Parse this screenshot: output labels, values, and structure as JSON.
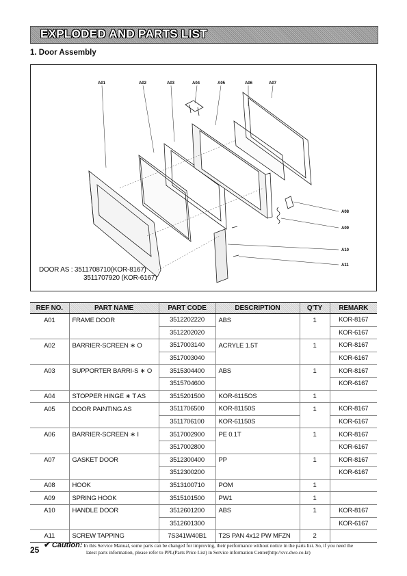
{
  "banner_title": "EXPLODED AND PARTS LIST",
  "section_title": "1. Door Assembly",
  "diagram": {
    "callouts_top": [
      "A01",
      "A02",
      "A03",
      "A04",
      "A05",
      "A06",
      "A07"
    ],
    "callouts_right": [
      "A08",
      "A09",
      "A10",
      "A11"
    ],
    "door_as_line1": "DOOR AS : 3511708710(KOR-8167)",
    "door_as_line2": "3511707920 (KOR-6167)"
  },
  "table": {
    "headers": [
      "REF NO.",
      "PART NAME",
      "PART CODE",
      "DESCRIPTION",
      "Q'TY",
      "REMARK"
    ],
    "rows": [
      {
        "ref": "A01",
        "name": "FRAME DOOR",
        "code": "3512202220",
        "desc": "ABS",
        "qty": "1",
        "remark": "KOR-8167"
      },
      {
        "ref": "",
        "name": "",
        "code": "3512202020",
        "desc": "",
        "qty": "",
        "remark": "KOR-6167"
      },
      {
        "ref": "A02",
        "name": "BARRIER-SCREEN ∗ O",
        "code": "3517003140",
        "desc": "ACRYLE 1.5T",
        "qty": "1",
        "remark": "KOR-8167"
      },
      {
        "ref": "",
        "name": "",
        "code": "3517003040",
        "desc": "",
        "qty": "",
        "remark": "KOR-6167"
      },
      {
        "ref": "A03",
        "name": "SUPPORTER BARRI-S ∗ O",
        "code": "3515304400",
        "desc": "ABS",
        "qty": "1",
        "remark": "KOR-8167"
      },
      {
        "ref": "",
        "name": "",
        "code": "3515704600",
        "desc": "",
        "qty": "",
        "remark": "KOR-6167"
      },
      {
        "ref": "A04",
        "name": "STOPPER HINGE ∗ T AS",
        "code": "3515201500",
        "desc": "KOR-6115OS",
        "qty": "1",
        "remark": ""
      },
      {
        "ref": "A05",
        "name": "DOOR PAINTING AS",
        "code": "3511706500",
        "desc": "KOR-81150S",
        "qty": "1",
        "remark": "KOR-8167"
      },
      {
        "ref": "",
        "name": "",
        "code": "3511706100",
        "desc": "KOR-61150S",
        "qty": "",
        "remark": "KOR-6167"
      },
      {
        "ref": "A06",
        "name": "BARRIER-SCREEN ∗ I",
        "code": "3517002900",
        "desc": "PE 0.1T",
        "qty": "1",
        "remark": "KOR-8167"
      },
      {
        "ref": "",
        "name": "",
        "code": "3517002800",
        "desc": "",
        "qty": "",
        "remark": "KOR-6167"
      },
      {
        "ref": "A07",
        "name": "GASKET DOOR",
        "code": "3512300400",
        "desc": "PP",
        "qty": "1",
        "remark": "KOR-8167"
      },
      {
        "ref": "",
        "name": "",
        "code": "3512300200",
        "desc": "",
        "qty": "",
        "remark": "KOR-6167"
      },
      {
        "ref": "A08",
        "name": "HOOK",
        "code": "3513100710",
        "desc": "POM",
        "qty": "1",
        "remark": ""
      },
      {
        "ref": "A09",
        "name": "SPRING HOOK",
        "code": "3515101500",
        "desc": "PW1",
        "qty": "1",
        "remark": ""
      },
      {
        "ref": "A10",
        "name": "HANDLE DOOR",
        "code": "3512601200",
        "desc": "ABS",
        "qty": "1",
        "remark": "KOR-8167"
      },
      {
        "ref": "",
        "name": "",
        "code": "3512601300",
        "desc": "",
        "qty": "",
        "remark": "KOR-6167"
      },
      {
        "ref": "A11",
        "name": "SCREW TAPPING",
        "code": "7S341W40B1",
        "desc": "T2S PAN 4x12 PW MFZN",
        "qty": "2",
        "remark": ""
      }
    ]
  },
  "page_number": "25",
  "caution": {
    "check": "✔",
    "label": "Caution",
    "colon": ":",
    "line1": "In this Service Manual, some parts can be changed for improving, their performance without notice in the parts list. So, if you need the",
    "line2": "latest parts information, please refer to PPL(Parts Price List) in Service information Center(http://svc.dwe.co.kr)"
  }
}
